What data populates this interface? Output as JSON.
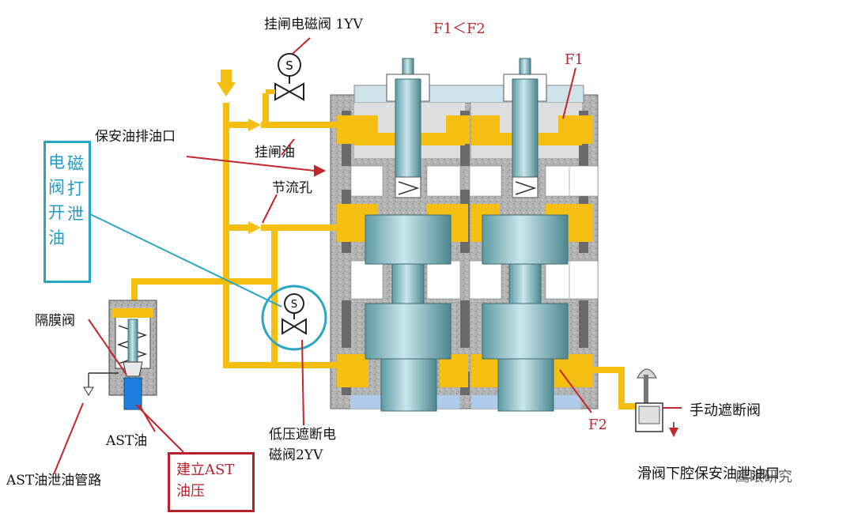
{
  "labels": {
    "trip_solenoid": "挂闸电磁阀  1YV",
    "force_relation": "F1＜F2",
    "f1": "F1",
    "safety_drain": "保安油排油口",
    "trip_oil": "挂闸油",
    "throttle_hole": "节流孔",
    "solenoid_dump_chars": [
      "电",
      "磁",
      "阀",
      "打",
      "开",
      "泄",
      "油"
    ],
    "diaphragm_valve": "隔膜阀",
    "ast_oil": "AST油",
    "ast_drain_pipe": "AST油泄油管路",
    "build_ast_line1": "建立AST",
    "build_ast_line2": "油压",
    "low_pressure_line1": "低压遮断电",
    "low_pressure_line2": "磁阀2YV",
    "f2": "F2",
    "manual_valve": "手动遮断阀",
    "slide_drain": "滑阀下腔保安油泄油口",
    "watermark": "鹰眼研究",
    "solenoid_symbol": "S"
  },
  "colors": {
    "oil": "#f5bf12",
    "steel": "#7fb8c0",
    "body_gray": "#a9a9a9",
    "leader_red": "#c0262c",
    "accent_blue": "#2aa6c4"
  }
}
